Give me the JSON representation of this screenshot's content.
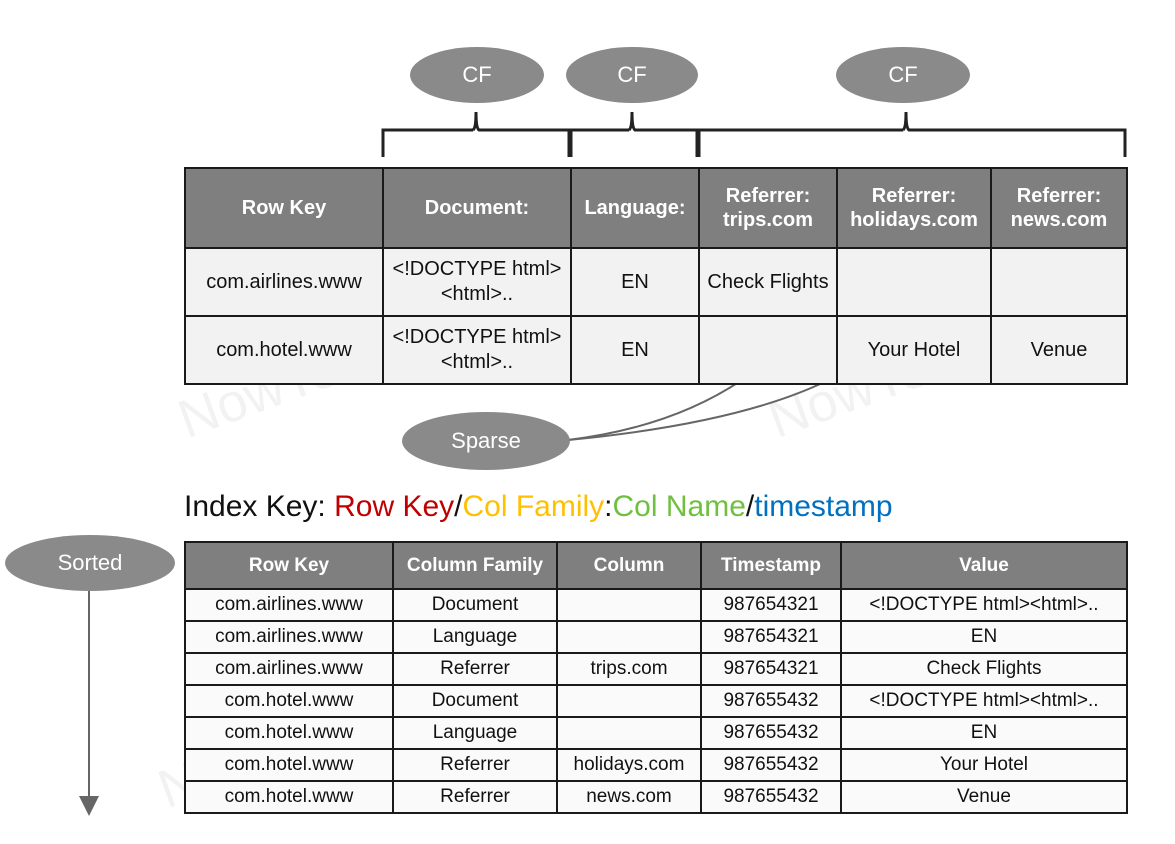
{
  "column_families": [
    "CF",
    "CF",
    "CF"
  ],
  "top_table": {
    "headers": [
      "Row Key",
      "Document:",
      "Language:",
      "Referrer:\ntrips.com",
      "Referrer:\nholidays.com",
      "Referrer:\nnews.com"
    ],
    "rows": [
      [
        "com.airlines.www",
        "<!DOCTYPE html>\n<html>..",
        "EN",
        "Check Flights",
        "",
        ""
      ],
      [
        "com.hotel.www",
        "<!DOCTYPE html>\n<html>..",
        "EN",
        "",
        "Your Hotel",
        "Venue"
      ]
    ]
  },
  "sparse_label": "Sparse",
  "index_key": {
    "prefix": "Index Key: ",
    "row_key": "Row Key",
    "sep1": "/",
    "col_family": "Col Family",
    "sep2": ":",
    "col_name": "Col Name",
    "sep3": "/",
    "timestamp": "timestamp",
    "colors": {
      "row_key": "#c00000",
      "col_family": "#ffc000",
      "col_name": "#70c040",
      "timestamp": "#0070c0"
    }
  },
  "sorted_label": "Sorted",
  "index_table": {
    "headers": [
      "Row Key",
      "Column Family",
      "Column",
      "Timestamp",
      "Value"
    ],
    "rows": [
      [
        "com.airlines.www",
        "Document",
        "",
        "987654321",
        "<!DOCTYPE html><html>.."
      ],
      [
        "com.airlines.www",
        "Language",
        "",
        "987654321",
        "EN"
      ],
      [
        "com.airlines.www",
        "Referrer",
        "trips.com",
        "987654321",
        "Check Flights"
      ],
      [
        "com.hotel.www",
        "Document",
        "",
        "987655432",
        "<!DOCTYPE html><html>.."
      ],
      [
        "com.hotel.www",
        "Language",
        "",
        "987655432",
        "EN"
      ],
      [
        "com.hotel.www",
        "Referrer",
        "holidays.com",
        "987655432",
        "Your Hotel"
      ],
      [
        "com.hotel.www",
        "Referrer",
        "news.com",
        "987655432",
        "Venue"
      ]
    ]
  },
  "watermark": "NowTechWays"
}
